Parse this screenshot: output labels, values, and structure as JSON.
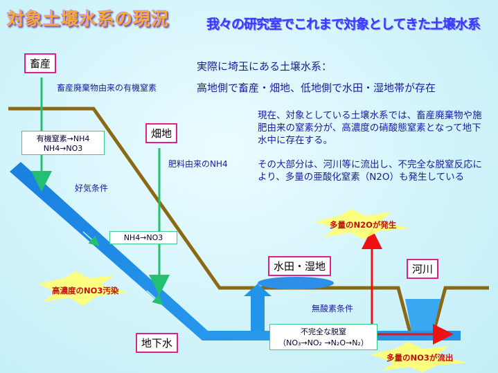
{
  "header": {
    "title": "対象土壌水系の現況",
    "subtitle": "我々の研究室でこれまで対象としてきた土壌水系"
  },
  "labels": {
    "livestock": "畜産",
    "livestock_source": "畜産廃棄物由来の有機窒素",
    "field": "畑地",
    "fertilizer_source": "肥料由来のNH4",
    "organic_n_line1": "有機窒素→NH4",
    "organic_n_line2": "NH4→NO3",
    "aerobic": "好気条件",
    "nh4_no3": "NH4→NO3",
    "high_no3": "高濃度のNO3汚染",
    "groundwater": "地下水",
    "paddy": "水田・湿地",
    "river": "河川",
    "anoxic": "無酸素条件",
    "denit_line1": "不完全な脱窒",
    "denit_line2": "（NO₃→NO₂ →N₂O→N₂）",
    "n2o_release": "多量のN2Oが発生",
    "no3_outflow": "多量のNO3が流出"
  },
  "text": {
    "intro_line1": "実際に埼玉にある土壌水系：",
    "intro_line2": "高地側で畜産・畑地、低地側で水田・湿地帯が存在",
    "para1": "現在、対象としている土壌水系では、畜産廃棄物や施肥由来の窒素分が、高濃度の硝酸態窒素となって地下水中に存在する。",
    "para2": "その大部分は、河川等に流出し、不完全な脱窒反応により、多量の亜酸化窒素（N2O）も発生している"
  },
  "colors": {
    "ground": "#8b6914",
    "water": "#1e8fe6",
    "green_arrow": "#22c070",
    "red_arrow": "#ee1111",
    "box_border": "#e0208a"
  }
}
